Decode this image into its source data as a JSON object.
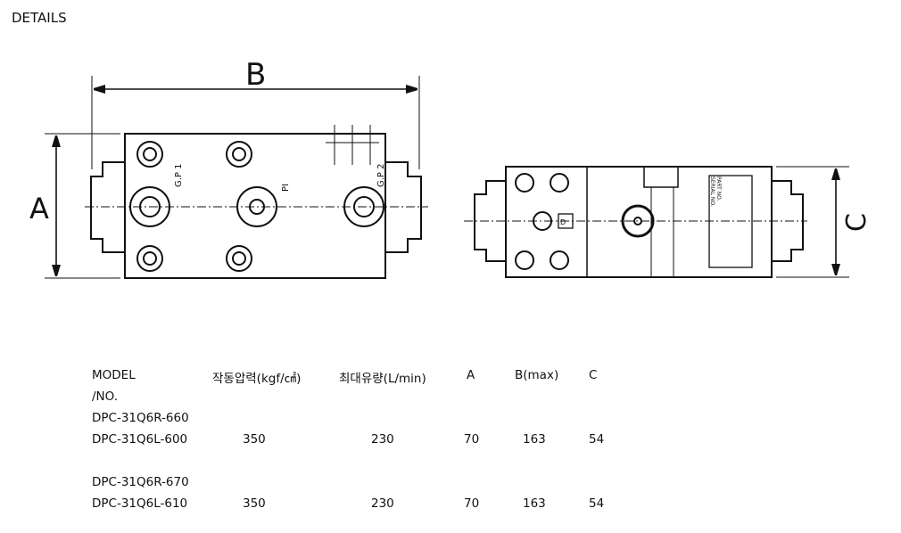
{
  "title": "DETAILS",
  "drawing": {
    "dim_b": "B",
    "dim_a": "A",
    "dim_c": "C",
    "port_gp1": "G.P 1",
    "port_pi": "PI",
    "port_gp2": "G.P 2",
    "plate_1": "PART NO.",
    "plate_2": "SERIAL NO.",
    "mark": "D"
  },
  "table": {
    "headers": [
      "MODEL",
      "작동압력(kgf/㎠)",
      "최대유량(L/min)",
      "A",
      "B(max)",
      "C"
    ],
    "header_line2": "/NO.",
    "rows": [
      {
        "models": [
          "DPC-31Q6R-660",
          "DPC-31Q6L-600"
        ],
        "pressure": "350",
        "flow": "230",
        "a": "70",
        "b": "163",
        "c": "54"
      },
      {
        "models": [
          "DPC-31Q6R-670",
          "DPC-31Q6L-610"
        ],
        "pressure": "350",
        "flow": "230",
        "a": "70",
        "b": "163",
        "c": "54"
      }
    ]
  }
}
